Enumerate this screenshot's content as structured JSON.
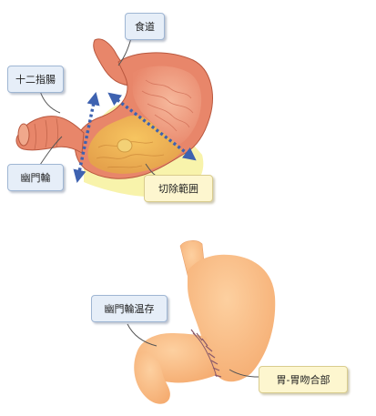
{
  "labels": {
    "esophagus": "食道",
    "duodenum": "十二指腸",
    "pylorus": "幽門輪",
    "resection_range": "切除範囲",
    "pylorus_preserved": "幽門輪温存",
    "anastomosis": "胃-胃吻合部"
  },
  "colors": {
    "label_blue_bg": "#e6eef8",
    "label_yellow_bg": "#fdf6cf",
    "stomach_wall": "#e8866a",
    "stomach_inner": "#f0a88c",
    "resection_zone": "#f8f2a0",
    "arrow_blue": "#3e62b0",
    "after_stomach": "#fbbd86"
  }
}
